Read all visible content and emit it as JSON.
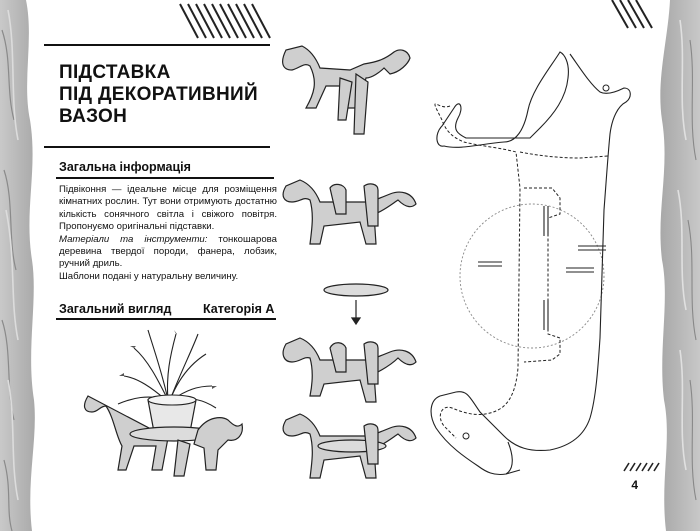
{
  "title": {
    "line1": "ПІДСТАВКА",
    "line2": "ПІД ДЕКОРАТИВНИЙ",
    "line3": "ВАЗОН"
  },
  "general_info": {
    "heading": "Загальна інформація",
    "paragraph": "Підвіконня — ідеальне місце для розміщення кімнатних рослин. Тут вони отримують достатню кількість сонячного світла і свіжого повітря. Пропонуємо оригінальні підставки.",
    "materials_label": "Матеріали та інструменти:",
    "materials_text": "тонкошарова деревина твердої породи, фанера, лобзик, ручний дриль.",
    "templates_note": "Шаблони подані у натуральну величину."
  },
  "general_view": {
    "heading": "Загальний вигляд",
    "category": "Категорія А"
  },
  "page_number": "4"
}
